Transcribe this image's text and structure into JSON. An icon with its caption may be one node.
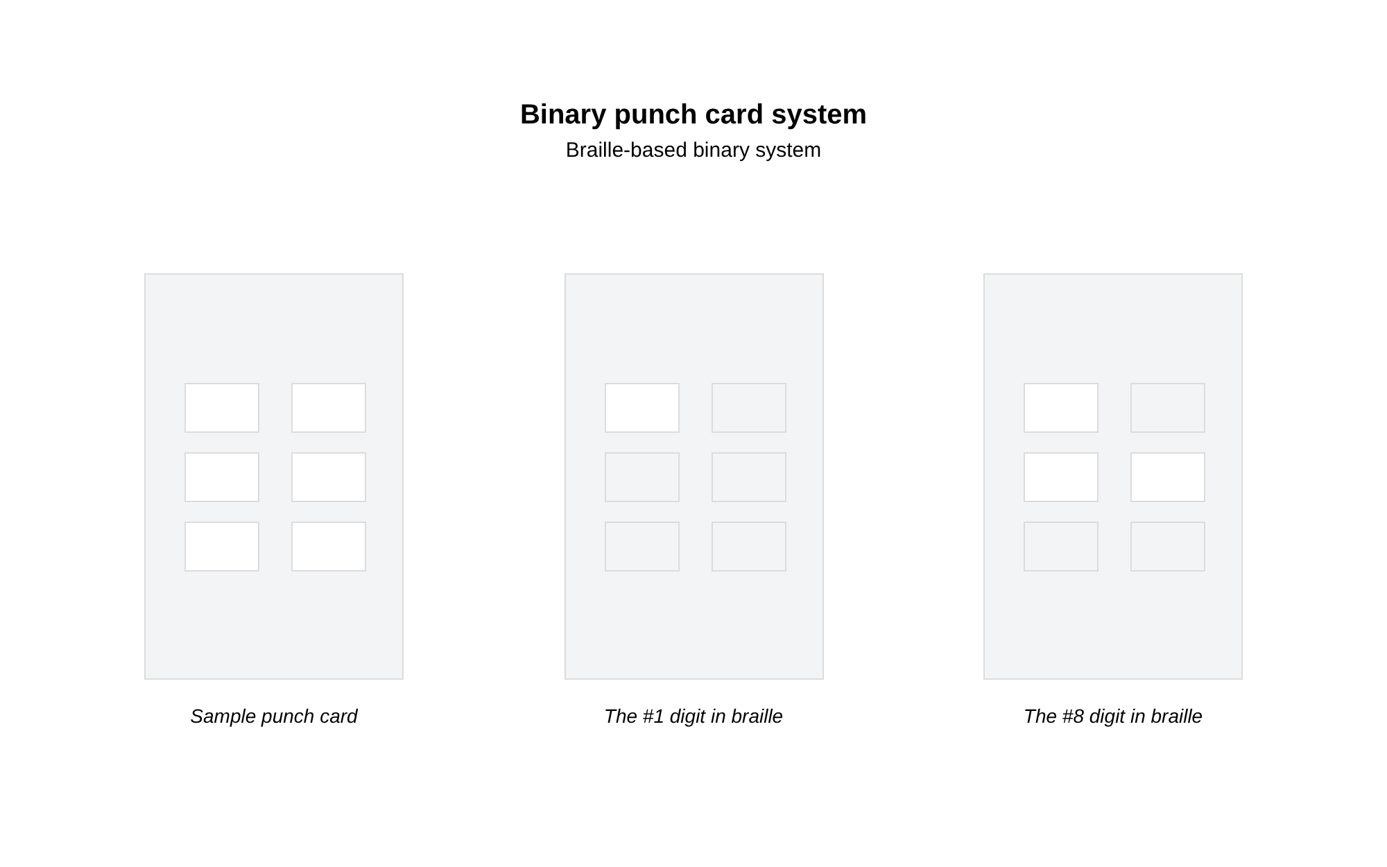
{
  "diagram": {
    "title": "Binary punch card system",
    "nodes": [
      {
        "text": [],
        "shape": "box",
        "beside": [
          "Sample punch card"
        ]
      },
      {
        "text": [],
        "shape": "box",
        "in": 0
      },
      {
        "text": [],
        "shape": "box",
        "in": 0
      },
      {
        "text": [],
        "shape": "box",
        "in": 0
      },
      {
        "text": [],
        "shape": "box",
        "in": 0
      },
      {
        "text": [],
        "shape": "box",
        "in": 0
      },
      {
        "text": [],
        "shape": "box",
        "in": 0
      },
      {
        "text": [],
        "shape": "box",
        "beside": [
          "The #1 digit in braille"
        ]
      },
      {
        "text": [],
        "shape": "box",
        "in": 7
      },
      {
        "text": [],
        "shape": "box",
        "in": 7
      },
      {
        "text": [],
        "shape": "box",
        "in": 7
      },
      {
        "text": [],
        "shape": "box",
        "in": 7
      },
      {
        "text": [],
        "shape": "box",
        "in": 7
      },
      {
        "text": [],
        "shape": "box",
        "in": 7
      },
      {
        "text": [],
        "shape": "box",
        "beside": [
          "The #8 digit in braille"
        ]
      },
      {
        "text": [],
        "shape": "box",
        "in": 14
      },
      {
        "text": [],
        "shape": "box",
        "in": 14
      },
      {
        "text": [],
        "shape": "box",
        "in": 14
      },
      {
        "text": [],
        "shape": "box",
        "in": 14
      },
      {
        "text": [],
        "shape": "box",
        "in": 14
      },
      {
        "text": [],
        "shape": "box",
        "in": 14
      }
    ],
    "labels": [
      "Braille-based binary system"
    ]
  }
}
